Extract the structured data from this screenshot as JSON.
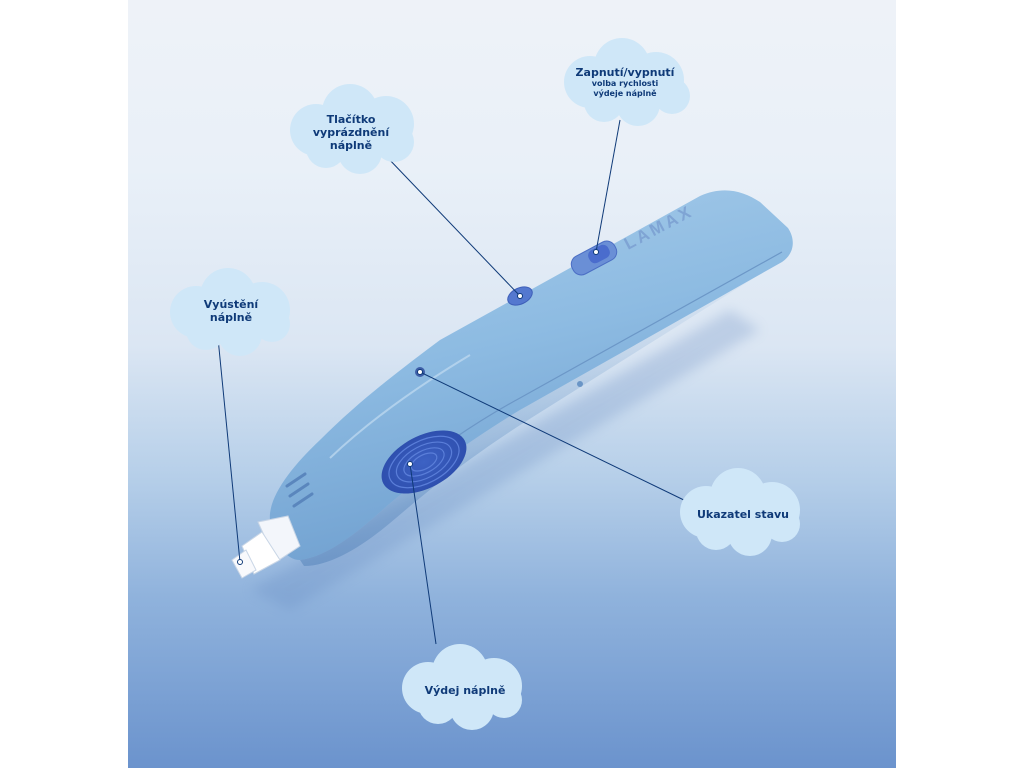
{
  "brand": "LAMAX",
  "callouts": {
    "power": {
      "title": "Zapnutí/vypnutí",
      "line1": "volba rychlosti",
      "line2": "výdeje náplně"
    },
    "eject": {
      "line1": "Tlačítko",
      "line2": "vyprázdnění",
      "line3": "náplně"
    },
    "nozzle": {
      "line1": "Vyústění",
      "line2": "náplně"
    },
    "status": {
      "label": "Ukazatel stavu"
    },
    "dispense": {
      "label": "Výdej náplně"
    }
  }
}
